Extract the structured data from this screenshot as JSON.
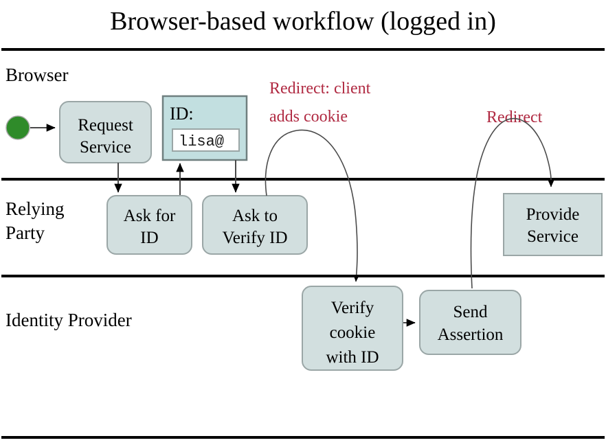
{
  "title": "Browser-based workflow (logged in)",
  "colors": {
    "process_fill": "#d2dfdf",
    "process_stroke": "#9aa6a6",
    "dialog_fill": "#c2dfe0",
    "dialog_stroke": "#6f7f7f",
    "start_node": "#2f8b2a",
    "annotation_text": "#b02a42",
    "divider": "#000000",
    "text": "#000000"
  },
  "lanes": [
    {
      "id": "browser",
      "label": "Browser"
    },
    {
      "id": "relying-party",
      "label_line1": "Relying",
      "label_line2": "Party"
    },
    {
      "id": "identity-provider",
      "label": "Identity Provider"
    }
  ],
  "nodes": {
    "start": {
      "name": "start-node",
      "shape": "circle"
    },
    "request_service": {
      "line1": "Request",
      "line2": "Service",
      "shape": "rounded-rect",
      "lane": "browser"
    },
    "id_dialog": {
      "title": "ID:",
      "value": "lisa@",
      "shape": "rect",
      "lane": "browser"
    },
    "ask_for_id": {
      "line1": "Ask for",
      "line2": "ID",
      "shape": "rounded-rect",
      "lane": "relying-party"
    },
    "ask_to_verify_id": {
      "line1": "Ask to",
      "line2": "Verify ID",
      "shape": "rounded-rect",
      "lane": "relying-party"
    },
    "provide_service": {
      "line1": "Provide",
      "line2": "Service",
      "shape": "rect",
      "lane": "relying-party"
    },
    "verify_cookie": {
      "line1": "Verify",
      "line2": "cookie",
      "line3": "with ID",
      "shape": "rounded-rect",
      "lane": "identity-provider"
    },
    "send_assertion": {
      "line1": "Send",
      "line2": "Assertion",
      "shape": "rounded-rect",
      "lane": "identity-provider"
    }
  },
  "annotations": [
    {
      "id": "redirect-cookie",
      "line1": "Redirect: client",
      "line2": "adds cookie"
    },
    {
      "id": "redirect",
      "line1": "Redirect"
    }
  ]
}
